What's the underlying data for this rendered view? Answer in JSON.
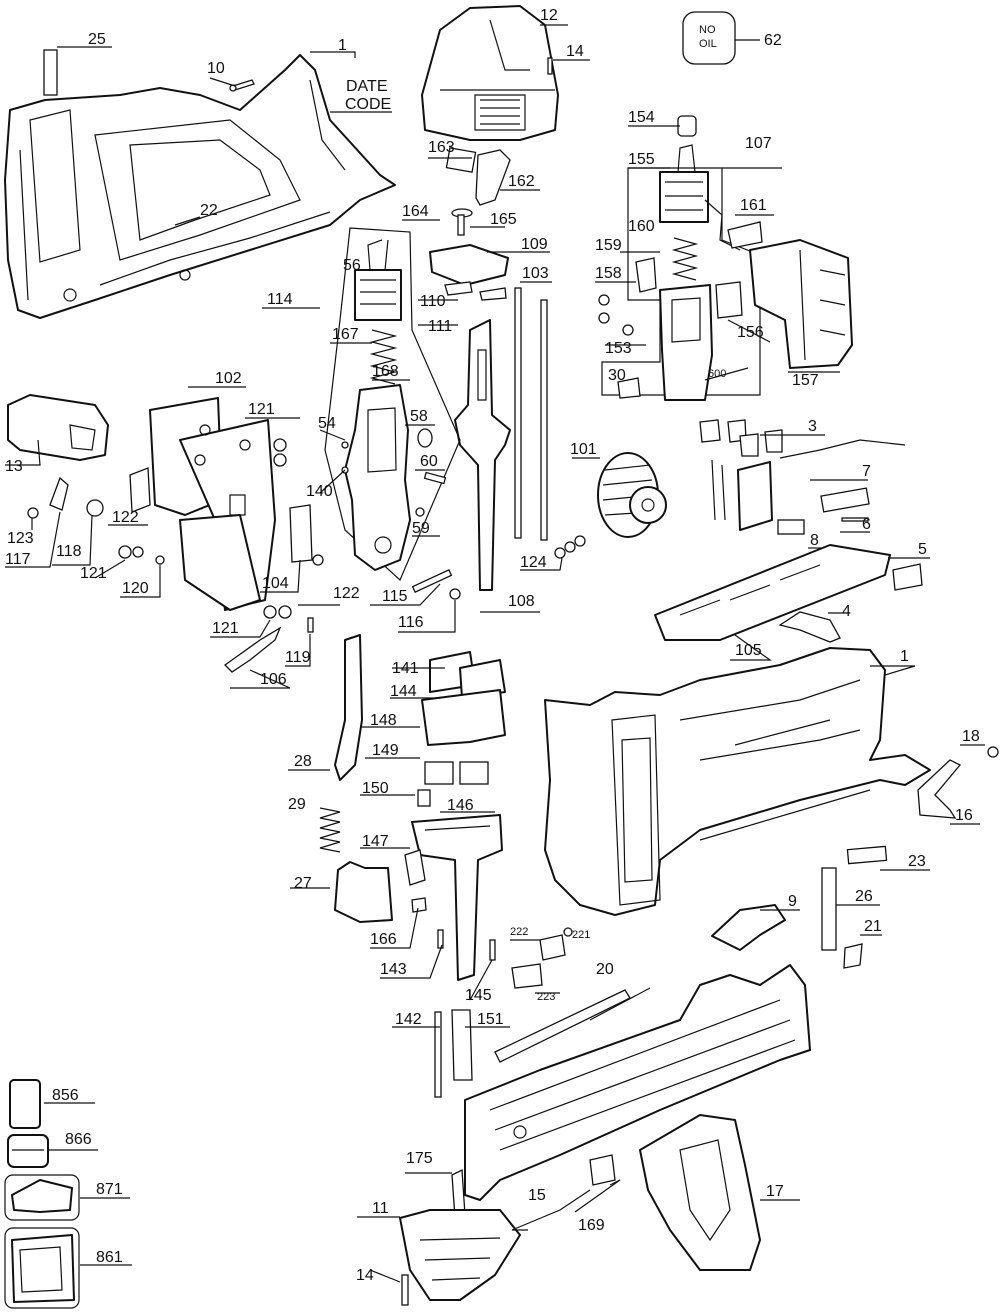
{
  "labels": {
    "n1": "1",
    "n1b": "1",
    "n3": "3",
    "n4": "4",
    "n5": "5",
    "n6": "6",
    "n7": "7",
    "n8": "8",
    "n9": "9",
    "n10": "10",
    "n11": "11",
    "n12": "12",
    "n13": "13",
    "n14": "14",
    "n14b": "14",
    "n15": "15",
    "n16": "16",
    "n17": "17",
    "n18": "18",
    "n20": "20",
    "n21": "21",
    "n22": "22",
    "n23": "23",
    "n25": "25",
    "n26": "26",
    "n27": "27",
    "n28": "28",
    "n29": "29",
    "n30": "30",
    "n54": "54",
    "n56": "56",
    "n58": "58",
    "n59": "59",
    "n60": "60",
    "n62": "62",
    "n101": "101",
    "n102": "102",
    "n103": "103",
    "n104": "104",
    "n105": "105",
    "n106": "106",
    "n107": "107",
    "n108": "108",
    "n109": "109",
    "n110": "110",
    "n111": "111",
    "n114": "114",
    "n115": "115",
    "n116": "116",
    "n117": "117",
    "n118": "118",
    "n119": "119",
    "n120": "120",
    "n121a": "121",
    "n121b": "121",
    "n121c": "121",
    "n122a": "122",
    "n122b": "122",
    "n123": "123",
    "n124": "124",
    "n140": "140",
    "n141": "141",
    "n142": "142",
    "n143": "143",
    "n144": "144",
    "n145": "145",
    "n146": "146",
    "n147": "147",
    "n148": "148",
    "n149": "149",
    "n150": "150",
    "n151": "151",
    "n153": "153",
    "n154": "154",
    "n155": "155",
    "n156": "156",
    "n157": "157",
    "n158": "158",
    "n159": "159",
    "n160": "160",
    "n161": "161",
    "n162": "162",
    "n163": "163",
    "n164": "164",
    "n165": "165",
    "n166": "166",
    "n167": "167",
    "n168": "168",
    "n169": "169",
    "n175": "175",
    "n221": "221",
    "n222": "222",
    "n223": "223",
    "n856": "856",
    "n861": "861",
    "n866": "866",
    "n871": "871",
    "date_code_1": "DATE",
    "date_code_2": "CODE",
    "no_oil_1": "NO",
    "no_oil_2": "OIL",
    "detail_600": "600"
  }
}
